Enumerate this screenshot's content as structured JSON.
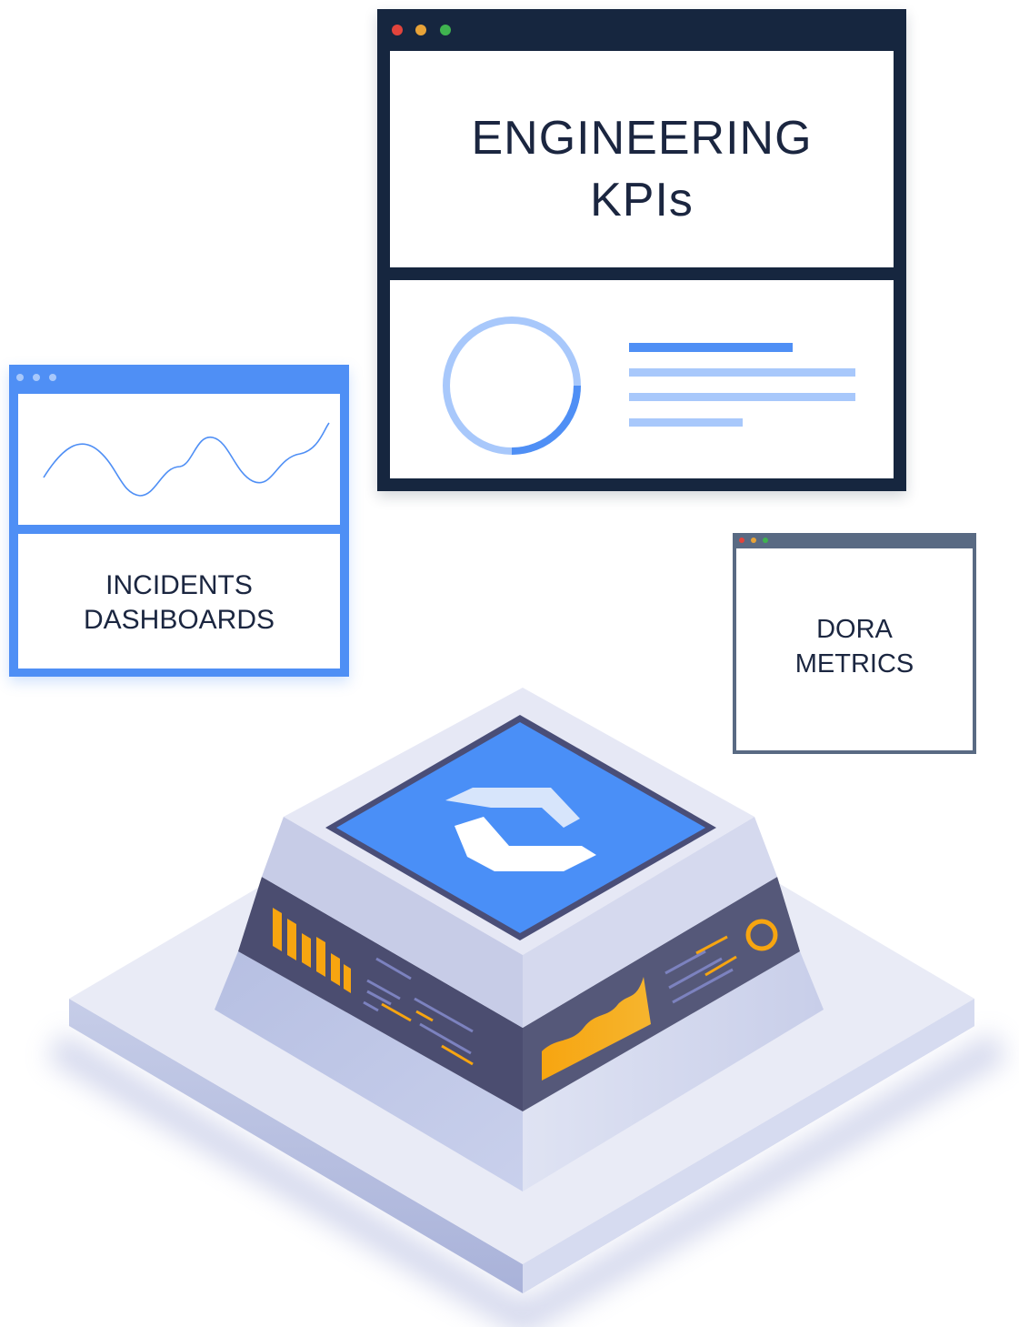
{
  "windows": {
    "kpis": {
      "title_line1": "ENGINEERING",
      "title_line2": "KPIs"
    },
    "incidents": {
      "title_line1": "INCIDENTS",
      "title_line2": "DASHBOARDS"
    },
    "dora": {
      "title_line1": "DORA",
      "title_line2": "METRICS"
    }
  },
  "icons": [
    "window-close-dot-icon",
    "window-minimize-dot-icon",
    "window-maximize-dot-icon",
    "donut-chart-icon",
    "line-chart-icon",
    "logo-icon",
    "bar-chart-icon",
    "area-chart-icon"
  ],
  "colors": {
    "navy": "#16263f",
    "blue": "#4f8ff5",
    "light_blue": "#a8c8fb",
    "slate": "#596a83",
    "orange": "#f8a10f",
    "dot_red": "#e2443c",
    "dot_yellow": "#e8a338",
    "dot_green": "#3fb34f"
  }
}
